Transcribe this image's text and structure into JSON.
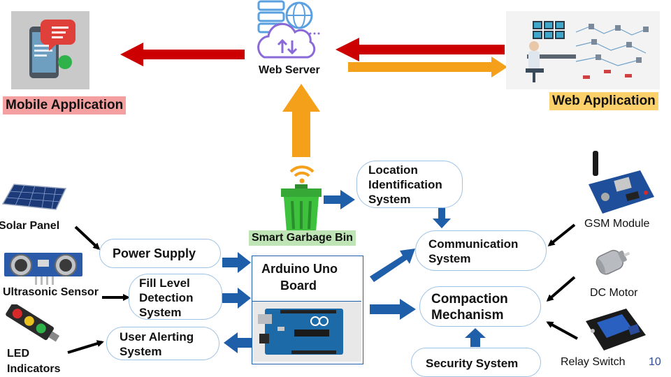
{
  "top": {
    "server_label": "Web Server",
    "mobile_label": "Mobile Application",
    "webapp_label": "Web Application"
  },
  "bin": {
    "label": "Smart Garbage Bin"
  },
  "location": {
    "line1": "Location",
    "line2": "Identification",
    "line3": "System"
  },
  "communication": {
    "line1": "Communication",
    "line2": "System"
  },
  "compaction": {
    "line1": "Compaction",
    "line2": "Mechanism"
  },
  "security": {
    "label": "Security System"
  },
  "power": {
    "label": "Power Supply"
  },
  "fill_level": {
    "line1": "Fill Level",
    "line2": "Detection",
    "line3": "System"
  },
  "alerting": {
    "line1": "User Alerting",
    "line2": "System"
  },
  "arduino": {
    "line1": "Arduino Uno",
    "line2": "Board"
  },
  "sensors": {
    "solar": "Solar Panel",
    "ultrasonic": "Ultrasonic Sensor",
    "led_line1": "LED",
    "led_line2": "Indicators"
  },
  "actuators": {
    "gsm": "GSM Module",
    "dc_motor": "DC Motor",
    "relay": "Relay Switch"
  },
  "page_number": "10",
  "colors": {
    "red_arrow": "#cc0000",
    "orange_arrow": "#f5a01a",
    "blue_arrow": "#1f5ea8",
    "mobile_tag_bg": "#f4a0a0",
    "webapp_tag_bg": "#fcd06a",
    "bin_tag_bg": "#bfe4b5",
    "pill_border": "#9fc3e6"
  },
  "icons": [
    "phone-chat-icon",
    "server-cloud-icon",
    "control-room-icon",
    "wifi-icon",
    "garbage-bin-icon",
    "solar-panel-icon",
    "ultrasonic-sensor-icon",
    "traffic-light-icon",
    "gsm-module-icon",
    "dc-motor-icon",
    "relay-module-icon",
    "arduino-board-icon"
  ]
}
